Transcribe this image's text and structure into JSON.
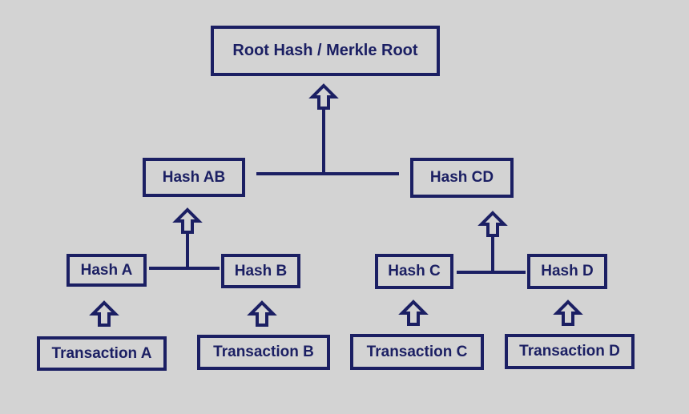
{
  "diagram": {
    "root": {
      "label": "Root Hash / Merkle Root"
    },
    "hash_ab": {
      "label": "Hash AB"
    },
    "hash_cd": {
      "label": "Hash CD"
    },
    "hash_a": {
      "label": "Hash A"
    },
    "hash_b": {
      "label": "Hash B"
    },
    "hash_c": {
      "label": "Hash C"
    },
    "hash_d": {
      "label": "Hash D"
    },
    "tx_a": {
      "label": "Transaction A"
    },
    "tx_b": {
      "label": "Transaction B"
    },
    "tx_c": {
      "label": "Transaction C"
    },
    "tx_d": {
      "label": "Transaction D"
    }
  },
  "colors": {
    "line": "#1b1f63",
    "background": "#d3d3d3"
  }
}
